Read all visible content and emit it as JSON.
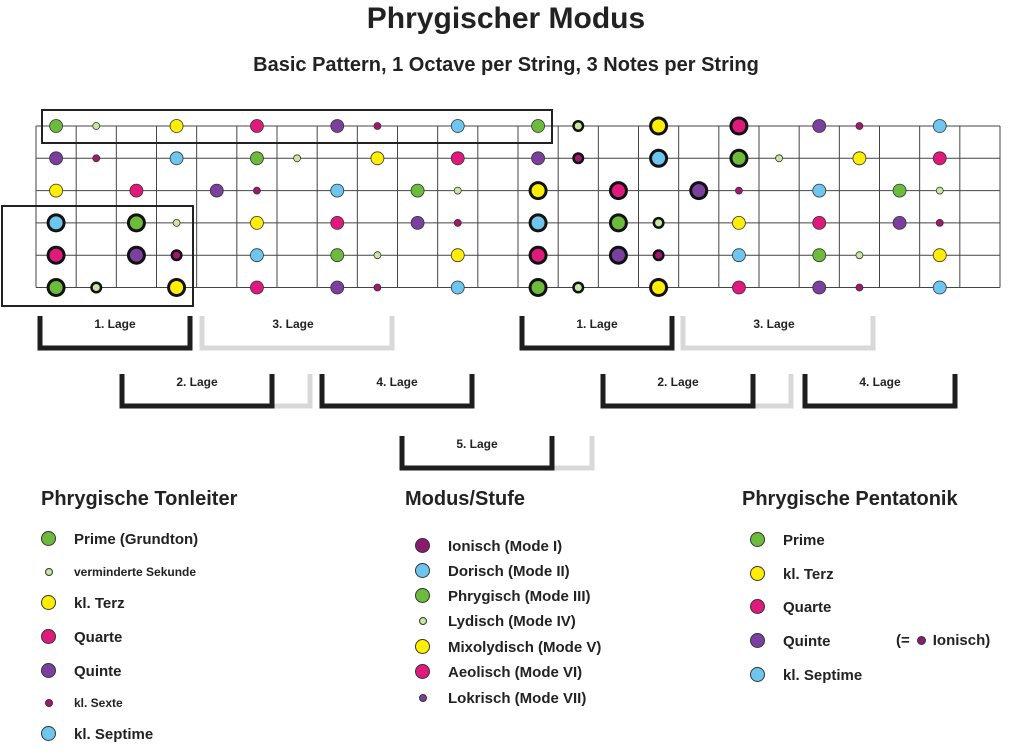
{
  "title": "Phrygischer Modus",
  "subtitle": "Basic Pattern, 1 Octave per String, 3 Notes per String",
  "colors": {
    "prime": "#6cbb3c",
    "sekunde": "#c8e6a0",
    "terz": "#ffee00",
    "quarte": "#e0197d",
    "quinte": "#7b3f9e",
    "sexte": "#a3176e",
    "septime": "#6ec6ee",
    "ionisch": "#8a1b6f"
  },
  "fretboard": {
    "strings": 6,
    "frets": 24,
    "notes": [
      {
        "s": 1,
        "f": 1,
        "d": "prime",
        "sz": "big",
        "r": "plain"
      },
      {
        "s": 1,
        "f": 2,
        "d": "sekunde",
        "sz": "small",
        "r": "plain"
      },
      {
        "s": 1,
        "f": 4,
        "d": "terz",
        "sz": "big",
        "r": "plain"
      },
      {
        "s": 1,
        "f": 6,
        "d": "quarte",
        "sz": "big",
        "r": "plain"
      },
      {
        "s": 1,
        "f": 8,
        "d": "quinte",
        "sz": "big",
        "r": "plain"
      },
      {
        "s": 1,
        "f": 9,
        "d": "sexte",
        "sz": "small",
        "r": "plain"
      },
      {
        "s": 1,
        "f": 11,
        "d": "septime",
        "sz": "big",
        "r": "plain"
      },
      {
        "s": 1,
        "f": 13,
        "d": "prime",
        "sz": "big",
        "r": "plain"
      },
      {
        "s": 1,
        "f": 14,
        "d": "sekunde",
        "sz": "small",
        "r": "ring"
      },
      {
        "s": 1,
        "f": 16,
        "d": "terz",
        "sz": "big",
        "r": "ring"
      },
      {
        "s": 1,
        "f": 18,
        "d": "quarte",
        "sz": "big",
        "r": "ring"
      },
      {
        "s": 1,
        "f": 20,
        "d": "quinte",
        "sz": "big",
        "r": "plain"
      },
      {
        "s": 1,
        "f": 21,
        "d": "sexte",
        "sz": "small",
        "r": "plain"
      },
      {
        "s": 1,
        "f": 23,
        "d": "septime",
        "sz": "big",
        "r": "plain"
      },
      {
        "s": 2,
        "f": 1,
        "d": "quinte",
        "sz": "big",
        "r": "plain"
      },
      {
        "s": 2,
        "f": 2,
        "d": "sexte",
        "sz": "small",
        "r": "plain"
      },
      {
        "s": 2,
        "f": 4,
        "d": "septime",
        "sz": "big",
        "r": "plain"
      },
      {
        "s": 2,
        "f": 6,
        "d": "prime",
        "sz": "big",
        "r": "plain"
      },
      {
        "s": 2,
        "f": 7,
        "d": "sekunde",
        "sz": "small",
        "r": "plain"
      },
      {
        "s": 2,
        "f": 9,
        "d": "terz",
        "sz": "big",
        "r": "plain"
      },
      {
        "s": 2,
        "f": 11,
        "d": "quarte",
        "sz": "big",
        "r": "plain"
      },
      {
        "s": 2,
        "f": 13,
        "d": "quinte",
        "sz": "big",
        "r": "plain"
      },
      {
        "s": 2,
        "f": 14,
        "d": "sexte",
        "sz": "small",
        "r": "ring"
      },
      {
        "s": 2,
        "f": 16,
        "d": "septime",
        "sz": "big",
        "r": "ring"
      },
      {
        "s": 2,
        "f": 18,
        "d": "prime",
        "sz": "big",
        "r": "ring"
      },
      {
        "s": 2,
        "f": 19,
        "d": "sekunde",
        "sz": "small",
        "r": "plain"
      },
      {
        "s": 2,
        "f": 21,
        "d": "terz",
        "sz": "big",
        "r": "plain"
      },
      {
        "s": 2,
        "f": 23,
        "d": "quarte",
        "sz": "big",
        "r": "plain"
      },
      {
        "s": 3,
        "f": 1,
        "d": "terz",
        "sz": "big",
        "r": "plain"
      },
      {
        "s": 3,
        "f": 3,
        "d": "quarte",
        "sz": "big",
        "r": "plain"
      },
      {
        "s": 3,
        "f": 5,
        "d": "quinte",
        "sz": "big",
        "r": "plain"
      },
      {
        "s": 3,
        "f": 6,
        "d": "sexte",
        "sz": "small",
        "r": "plain"
      },
      {
        "s": 3,
        "f": 8,
        "d": "septime",
        "sz": "big",
        "r": "plain"
      },
      {
        "s": 3,
        "f": 10,
        "d": "prime",
        "sz": "big",
        "r": "plain"
      },
      {
        "s": 3,
        "f": 11,
        "d": "sekunde",
        "sz": "small",
        "r": "plain"
      },
      {
        "s": 3,
        "f": 13,
        "d": "terz",
        "sz": "big",
        "r": "ring"
      },
      {
        "s": 3,
        "f": 15,
        "d": "quarte",
        "sz": "big",
        "r": "ring"
      },
      {
        "s": 3,
        "f": 17,
        "d": "quinte",
        "sz": "big",
        "r": "ring"
      },
      {
        "s": 3,
        "f": 18,
        "d": "sexte",
        "sz": "small",
        "r": "plain"
      },
      {
        "s": 3,
        "f": 20,
        "d": "septime",
        "sz": "big",
        "r": "plain"
      },
      {
        "s": 3,
        "f": 22,
        "d": "prime",
        "sz": "big",
        "r": "plain"
      },
      {
        "s": 3,
        "f": 23,
        "d": "sekunde",
        "sz": "small",
        "r": "plain"
      },
      {
        "s": 4,
        "f": 1,
        "d": "septime",
        "sz": "big",
        "r": "ring"
      },
      {
        "s": 4,
        "f": 3,
        "d": "prime",
        "sz": "big",
        "r": "ring"
      },
      {
        "s": 4,
        "f": 4,
        "d": "sekunde",
        "sz": "small",
        "r": "plain"
      },
      {
        "s": 4,
        "f": 6,
        "d": "terz",
        "sz": "big",
        "r": "plain"
      },
      {
        "s": 4,
        "f": 8,
        "d": "quarte",
        "sz": "big",
        "r": "plain"
      },
      {
        "s": 4,
        "f": 10,
        "d": "quinte",
        "sz": "big",
        "r": "plain"
      },
      {
        "s": 4,
        "f": 11,
        "d": "sexte",
        "sz": "small",
        "r": "plain"
      },
      {
        "s": 4,
        "f": 13,
        "d": "septime",
        "sz": "big",
        "r": "ring"
      },
      {
        "s": 4,
        "f": 15,
        "d": "prime",
        "sz": "big",
        "r": "ring"
      },
      {
        "s": 4,
        "f": 16,
        "d": "sekunde",
        "sz": "small",
        "r": "ring"
      },
      {
        "s": 4,
        "f": 18,
        "d": "terz",
        "sz": "big",
        "r": "plain"
      },
      {
        "s": 4,
        "f": 20,
        "d": "quarte",
        "sz": "big",
        "r": "plain"
      },
      {
        "s": 4,
        "f": 22,
        "d": "quinte",
        "sz": "big",
        "r": "plain"
      },
      {
        "s": 4,
        "f": 23,
        "d": "sexte",
        "sz": "small",
        "r": "plain"
      },
      {
        "s": 5,
        "f": 1,
        "d": "quarte",
        "sz": "big",
        "r": "ring"
      },
      {
        "s": 5,
        "f": 3,
        "d": "quinte",
        "sz": "big",
        "r": "ring"
      },
      {
        "s": 5,
        "f": 4,
        "d": "sexte",
        "sz": "small",
        "r": "ring"
      },
      {
        "s": 5,
        "f": 6,
        "d": "septime",
        "sz": "big",
        "r": "plain"
      },
      {
        "s": 5,
        "f": 8,
        "d": "prime",
        "sz": "big",
        "r": "plain"
      },
      {
        "s": 5,
        "f": 9,
        "d": "sekunde",
        "sz": "small",
        "r": "plain"
      },
      {
        "s": 5,
        "f": 11,
        "d": "terz",
        "sz": "big",
        "r": "plain"
      },
      {
        "s": 5,
        "f": 13,
        "d": "quarte",
        "sz": "big",
        "r": "ring"
      },
      {
        "s": 5,
        "f": 15,
        "d": "quinte",
        "sz": "big",
        "r": "ring"
      },
      {
        "s": 5,
        "f": 16,
        "d": "sexte",
        "sz": "small",
        "r": "ring"
      },
      {
        "s": 5,
        "f": 18,
        "d": "septime",
        "sz": "big",
        "r": "plain"
      },
      {
        "s": 5,
        "f": 20,
        "d": "prime",
        "sz": "big",
        "r": "plain"
      },
      {
        "s": 5,
        "f": 21,
        "d": "sekunde",
        "sz": "small",
        "r": "plain"
      },
      {
        "s": 5,
        "f": 23,
        "d": "terz",
        "sz": "big",
        "r": "plain"
      },
      {
        "s": 6,
        "f": 1,
        "d": "prime",
        "sz": "big",
        "r": "ring"
      },
      {
        "s": 6,
        "f": 2,
        "d": "sekunde",
        "sz": "small",
        "r": "ring"
      },
      {
        "s": 6,
        "f": 4,
        "d": "terz",
        "sz": "big",
        "r": "ring"
      },
      {
        "s": 6,
        "f": 6,
        "d": "quarte",
        "sz": "big",
        "r": "plain"
      },
      {
        "s": 6,
        "f": 8,
        "d": "quinte",
        "sz": "big",
        "r": "plain"
      },
      {
        "s": 6,
        "f": 9,
        "d": "sexte",
        "sz": "small",
        "r": "plain"
      },
      {
        "s": 6,
        "f": 11,
        "d": "septime",
        "sz": "big",
        "r": "plain"
      },
      {
        "s": 6,
        "f": 13,
        "d": "prime",
        "sz": "big",
        "r": "ring"
      },
      {
        "s": 6,
        "f": 14,
        "d": "sekunde",
        "sz": "small",
        "r": "ring"
      },
      {
        "s": 6,
        "f": 16,
        "d": "terz",
        "sz": "big",
        "r": "ring"
      },
      {
        "s": 6,
        "f": 18,
        "d": "quarte",
        "sz": "big",
        "r": "plain"
      },
      {
        "s": 6,
        "f": 20,
        "d": "quinte",
        "sz": "big",
        "r": "plain"
      },
      {
        "s": 6,
        "f": 21,
        "d": "sexte",
        "sz": "small",
        "r": "plain"
      },
      {
        "s": 6,
        "f": 23,
        "d": "septime",
        "sz": "big",
        "r": "plain"
      }
    ]
  },
  "lagen": [
    {
      "label": "1. Lage"
    },
    {
      "label": "3. Lage"
    },
    {
      "label": "1. Lage"
    },
    {
      "label": "3. Lage"
    },
    {
      "label": "2. Lage"
    },
    {
      "label": "4. Lage"
    },
    {
      "label": "2. Lage"
    },
    {
      "label": "4. Lage"
    },
    {
      "label": "5. Lage"
    }
  ],
  "legend_tonleiter": {
    "title": "Phrygische Tonleiter",
    "items": [
      {
        "label": "Prime (Grundton)",
        "d": "prime",
        "sz": "big"
      },
      {
        "label": "verminderte Sekunde",
        "d": "sekunde",
        "sz": "small"
      },
      {
        "label": "kl. Terz",
        "d": "terz",
        "sz": "big"
      },
      {
        "label": "Quarte",
        "d": "quarte",
        "sz": "big"
      },
      {
        "label": "Quinte",
        "d": "quinte",
        "sz": "big"
      },
      {
        "label": "kl. Sexte",
        "d": "sexte",
        "sz": "small"
      },
      {
        "label": "kl. Septime",
        "d": "septime",
        "sz": "big"
      }
    ]
  },
  "legend_modus": {
    "title": "Modus/Stufe",
    "items": [
      {
        "label": "Ionisch (Mode I)",
        "d": "ionisch",
        "sz": "big"
      },
      {
        "label": "Dorisch (Mode II)",
        "d": "septime",
        "sz": "big"
      },
      {
        "label": "Phrygisch (Mode III)",
        "d": "prime",
        "sz": "big"
      },
      {
        "label": "Lydisch (Mode IV)",
        "d": "sekunde",
        "sz": "small"
      },
      {
        "label": "Mixolydisch (Mode V)",
        "d": "terz",
        "sz": "big"
      },
      {
        "label": "Aeolisch (Mode VI)",
        "d": "quarte",
        "sz": "big"
      },
      {
        "label": "Lokrisch (Mode VII)",
        "d": "quinte",
        "sz": "small"
      }
    ]
  },
  "legend_pentatonik": {
    "title": "Phrygische Pentatonik",
    "items": [
      {
        "label": "Prime",
        "d": "prime",
        "sz": "big"
      },
      {
        "label": "kl. Terz",
        "d": "terz",
        "sz": "big"
      },
      {
        "label": "Quarte",
        "d": "quarte",
        "sz": "big"
      },
      {
        "label": "Quinte",
        "d": "quinte",
        "sz": "big"
      },
      {
        "label": "kl. Septime",
        "d": "septime",
        "sz": "big"
      }
    ],
    "note_prefix": "(=",
    "note_suffix": "Ionisch)",
    "note_dot": "ionisch"
  }
}
